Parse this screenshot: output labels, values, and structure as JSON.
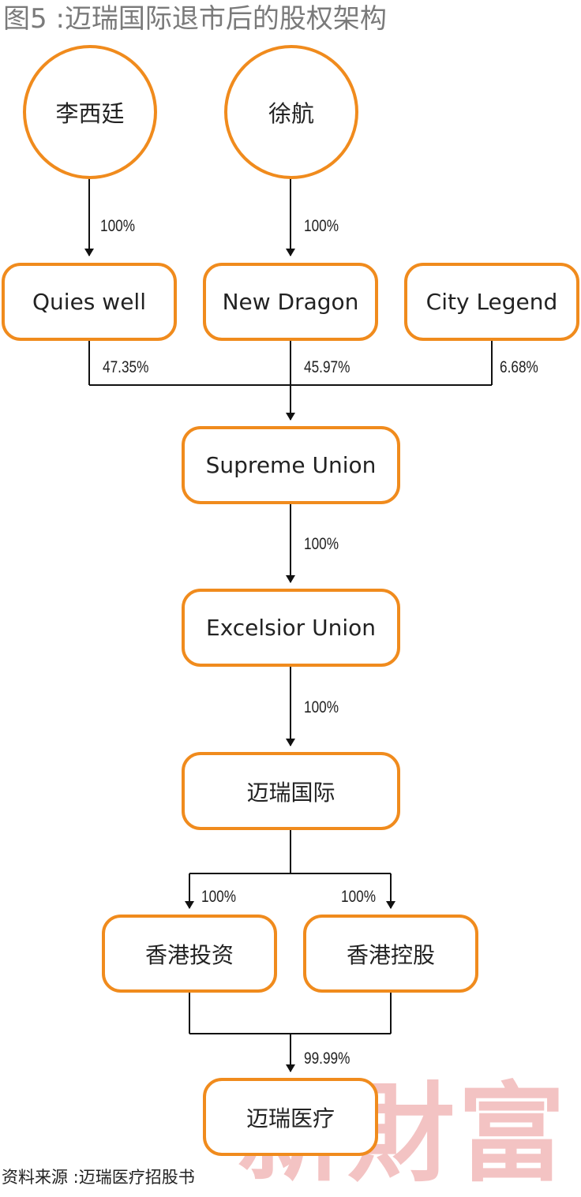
{
  "title": "图5 :迈瑞国际退市后的股权架构",
  "source": "资料来源 :迈瑞医疗招股书",
  "watermark": "新財富",
  "colors": {
    "node_border": "#f08b1d",
    "line": "#111111",
    "title": "#7a7a7a",
    "watermark": "#f2b9b9"
  },
  "nodes": {
    "li_xiting": "李西廷",
    "xu_hang": "徐航",
    "quies_well": "Quies well",
    "new_dragon": "New Dragon",
    "city_legend": "City Legend",
    "supreme_union": "Supreme Union",
    "excelsior_union": "Excelsior Union",
    "mindray_intl": "迈瑞国际",
    "hk_investment": "香港投资",
    "hk_holding": "香港控股",
    "mindray_medical": "迈瑞医疗"
  },
  "edges": {
    "li_to_quies": "100%",
    "xu_to_newdragon": "100%",
    "quies_to_supreme": "47.35%",
    "newdragon_to_supreme": "45.97%",
    "city_to_supreme": "6.68%",
    "supreme_to_excelsior": "100%",
    "excelsior_to_mindray": "100%",
    "mindray_to_hkinv": "100%",
    "mindray_to_hkhold": "100%",
    "hk_to_medical": "99.99%"
  }
}
